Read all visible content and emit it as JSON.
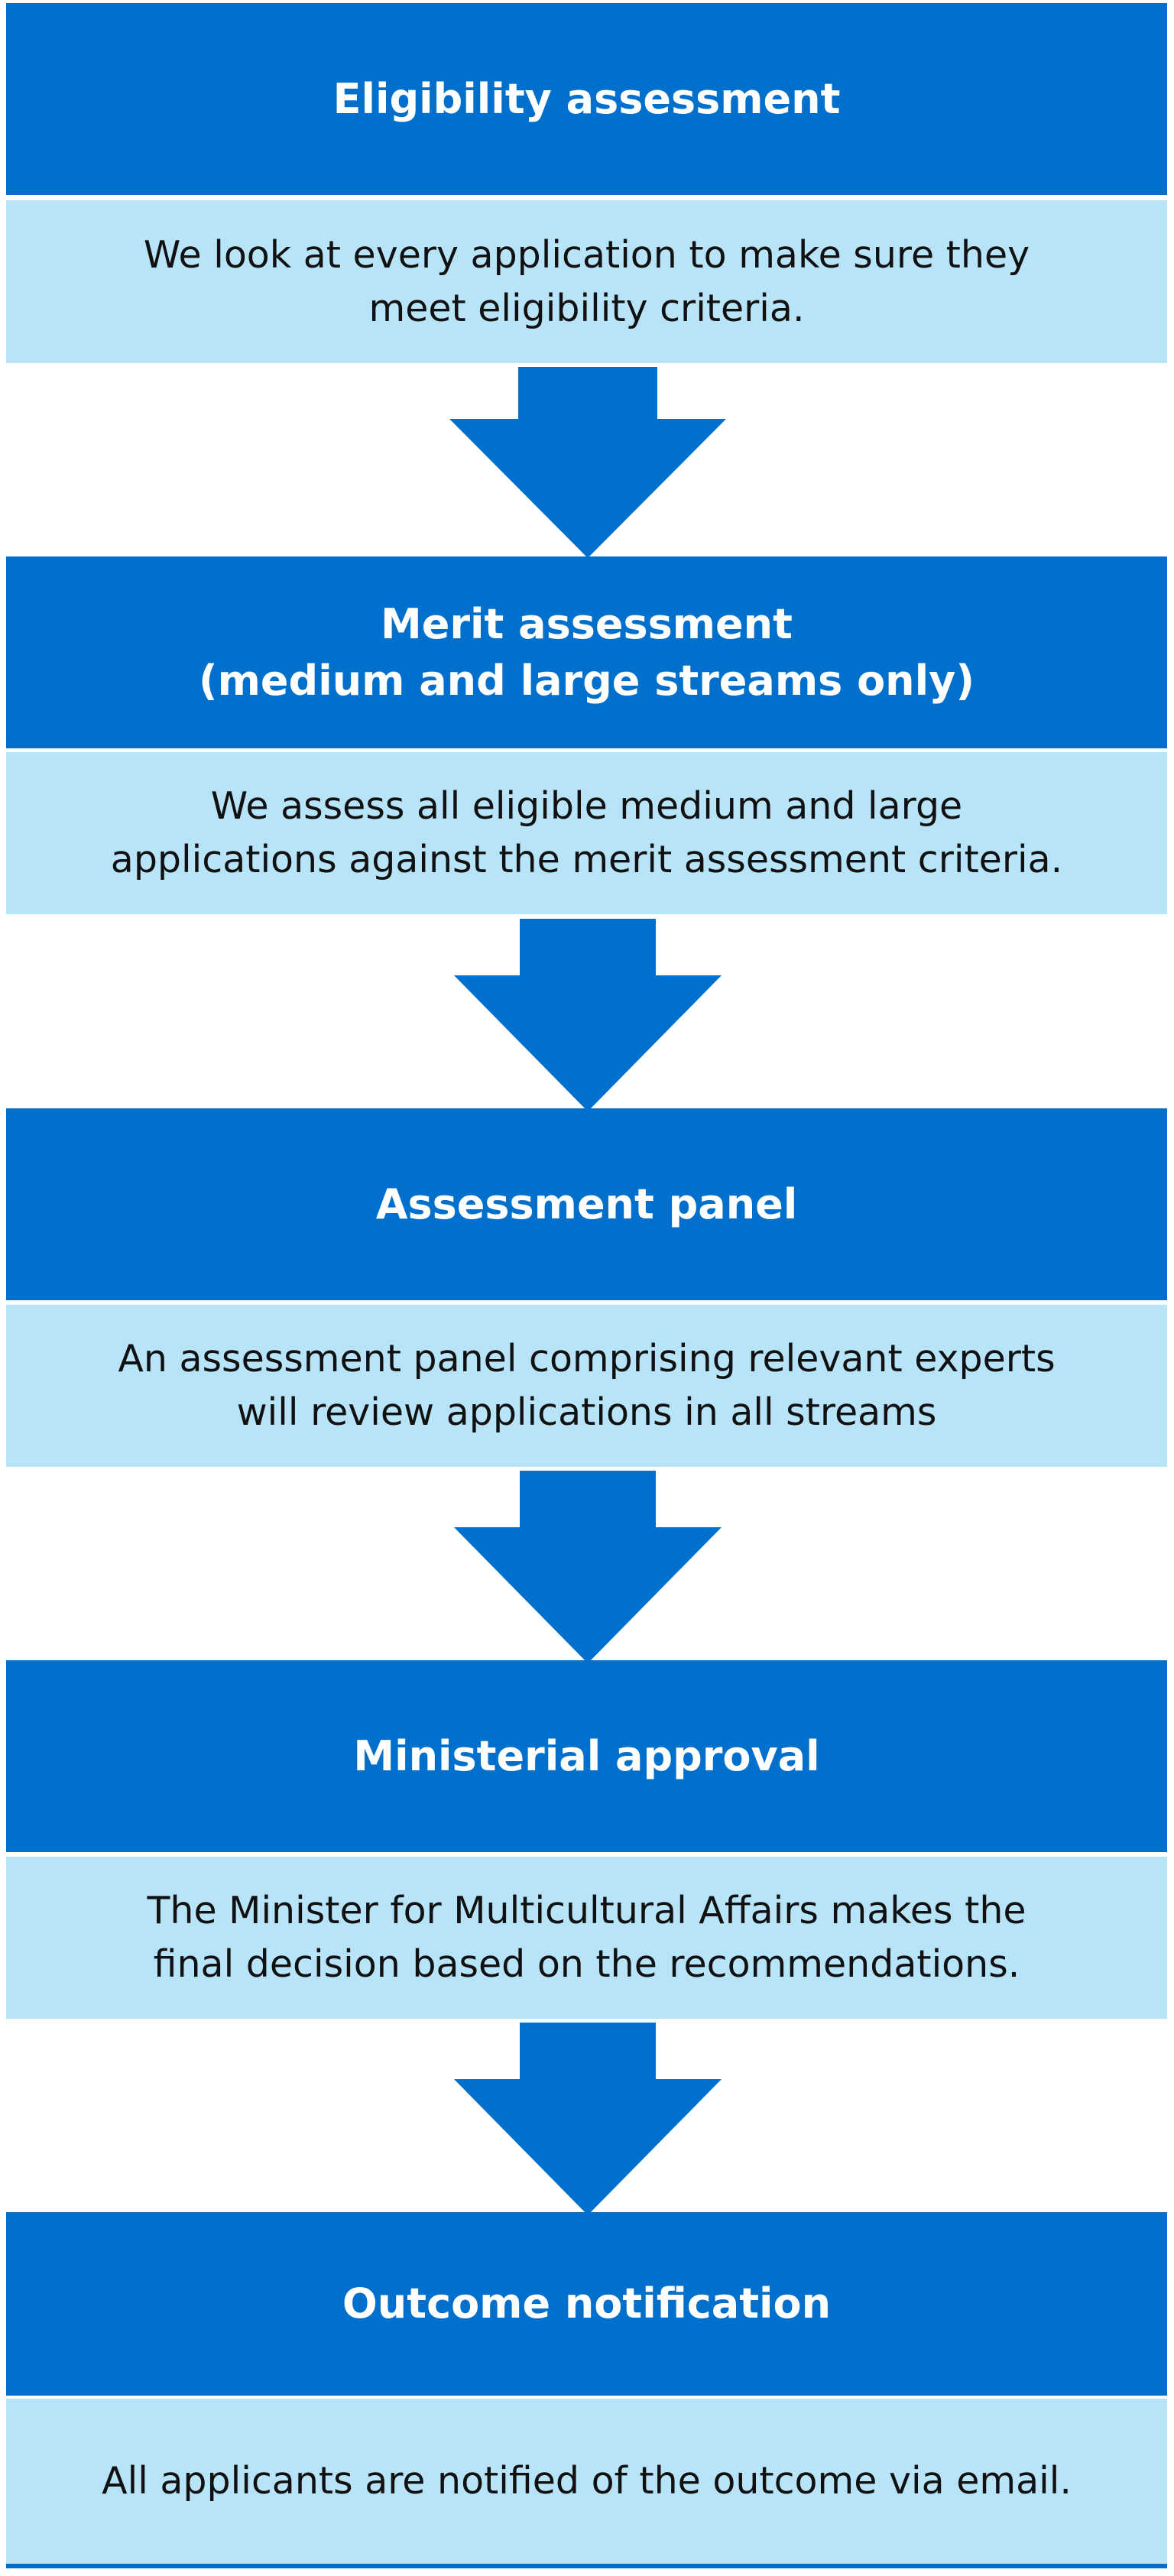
{
  "colors": {
    "header_blue": "#0070cc",
    "body_light_blue": "#b8e4f9",
    "text_dark": "#111111",
    "text_white": "#ffffff"
  },
  "stages": [
    {
      "title": "Eligibility assessment",
      "description": "We look at every application to make sure they\nmeet eligibility criteria."
    },
    {
      "title": "Merit assessment\n(medium and large streams only)",
      "description": "We assess all eligible medium and large\napplications against the merit assessment criteria."
    },
    {
      "title": "Assessment panel",
      "description": "An assessment panel comprising relevant experts\nwill review applications in all streams"
    },
    {
      "title": "Ministerial approval",
      "description": "The Minister for Multicultural Affairs makes the\nfinal decision based on the recommendations."
    },
    {
      "title": "Outcome notification",
      "description": "All applicants are notified of the outcome via email."
    }
  ]
}
